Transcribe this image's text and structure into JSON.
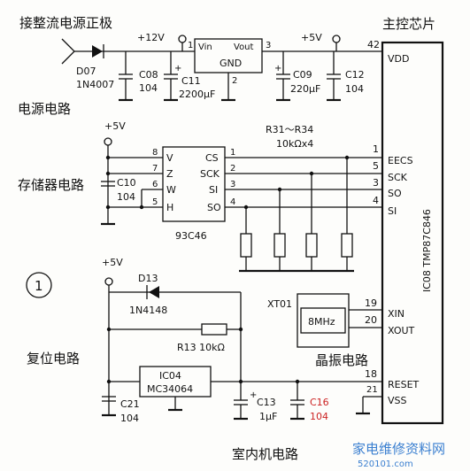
{
  "labels": {
    "rectifier": "接整流电源正极",
    "power_circuit": "电源电路",
    "memory_circuit": "存储器电路",
    "reset_circuit": "复位电路",
    "osc_circuit": "晶振电路",
    "indoor_circuit": "室内机电路",
    "main_chip": "主控芯片",
    "section_number": "1"
  },
  "power": {
    "diode_ref": "D07",
    "diode_part": "1N4007",
    "c08_ref": "C08",
    "c08_val": "104",
    "c11_ref": "C11",
    "c11_val": "2200μF",
    "v12": "+12V",
    "reg_vin": "Vin",
    "reg_vout": "Vout",
    "reg_gnd": "GND",
    "reg_pin1": "1",
    "reg_pin2": "2",
    "reg_pin3": "3",
    "v5": "+5V",
    "c09_ref": "C09",
    "c09_val": "220μF",
    "c12_ref": "C12",
    "c12_val": "104",
    "plus": "+"
  },
  "memory": {
    "v5": "+5V",
    "c10_ref": "C10",
    "c10_val": "104",
    "chip": "93C46",
    "left_pins": [
      {
        "num": "8",
        "name": "V"
      },
      {
        "num": "7",
        "name": "Z"
      },
      {
        "num": "6",
        "name": "W"
      },
      {
        "num": "5",
        "name": "H"
      }
    ],
    "right_pins": [
      {
        "num": "1",
        "name": "CS"
      },
      {
        "num": "2",
        "name": "SCK"
      },
      {
        "num": "3",
        "name": "SI"
      },
      {
        "num": "4",
        "name": "SO"
      }
    ],
    "res_ref": "R31～R34",
    "res_val": "10kΩx4"
  },
  "mcu": {
    "name": "IC08 TMP87C846",
    "pins": [
      {
        "num": "42",
        "name": "VDD"
      },
      {
        "num": "1",
        "name": "EECS"
      },
      {
        "num": "5",
        "name": "SCK"
      },
      {
        "num": "3",
        "name": "SO"
      },
      {
        "num": "4",
        "name": "SI"
      },
      {
        "num": "19",
        "name": "XIN"
      },
      {
        "num": "20",
        "name": "XOUT"
      },
      {
        "num": "18",
        "name": "RESET"
      },
      {
        "num": "21",
        "name": "VSS"
      }
    ]
  },
  "osc": {
    "ref": "XT01",
    "freq": "8MHz"
  },
  "reset": {
    "v5": "+5V",
    "diode_ref": "D13",
    "diode_part": "1N4148",
    "r13": "R13  10kΩ",
    "ic_ref": "IC04",
    "ic_part": "MC34064",
    "c21_ref": "C21",
    "c21_val": "104",
    "c13_ref": "C13",
    "c13_val": "1μF",
    "c16_ref": "C16",
    "c16_val": "104",
    "plus": "+"
  },
  "watermark": {
    "text": "家电维修资料网",
    "url": "520101.com"
  }
}
